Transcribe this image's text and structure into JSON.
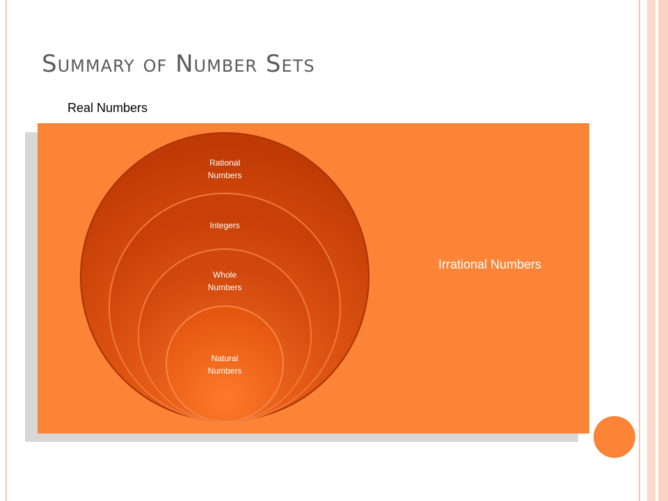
{
  "slide": {
    "title": "Summary of Number Sets"
  },
  "diagram": {
    "outer_label": "Real Numbers",
    "outside_label": "Irrational Numbers",
    "sets": [
      {
        "line1": "Rational",
        "line2": "Numbers"
      },
      {
        "line1": "Integers",
        "line2": ""
      },
      {
        "line1": "Whole",
        "line2": "Numbers"
      },
      {
        "line1": "Natural",
        "line2": "Numbers"
      }
    ]
  },
  "colors": {
    "box": "#fb8436",
    "circle_dark": "#c43d06",
    "circle_light": "#f45a0d",
    "accent_circle": "#fb8436"
  }
}
